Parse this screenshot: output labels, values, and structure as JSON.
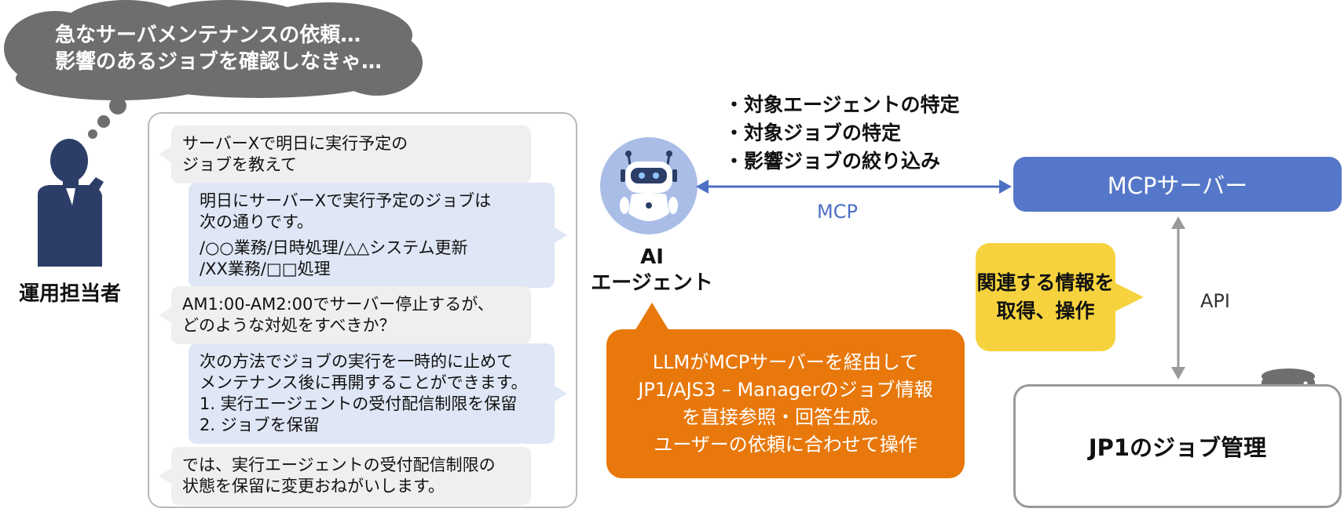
{
  "colors": {
    "thought_cloud": "#6e6e6e",
    "person": "#2c3e68",
    "robot_circle": "#a9bde6",
    "mcp_blue": "#5577c9",
    "arrow_blue": "#4d6fc4",
    "user_bubble": "#efefef",
    "ai_bubble": "#dfe6f5",
    "info_yellow": "#f6d33e",
    "llm_orange": "#e8780b",
    "border_gray": "#b9b9b9",
    "arrow_gray": "#9a9a9a"
  },
  "icons": {
    "person": "thinking-person-icon",
    "robot": "robot-icon",
    "database": "database-icon"
  },
  "thought": {
    "line1": "急なサーバメンテナンスの依頼…",
    "line2": "影響のあるジョブを確認しなきゃ…"
  },
  "person": {
    "label": "運用担当者"
  },
  "chat": {
    "messages": [
      {
        "role": "user",
        "lines": [
          "サーバーXで明日に実行予定の",
          "ジョブを教えて"
        ]
      },
      {
        "role": "ai",
        "lines": [
          "明日にサーバーXで実行予定のジョブは",
          "次の通りです。"
        ],
        "extra": [
          "/○○業務/日時処理/△△システム更新",
          "/XX業務/□□処理"
        ]
      },
      {
        "role": "user",
        "lines": [
          "AM1:00-AM2:00でサーバー停止するが、",
          "どのような対処をすべきか？"
        ]
      },
      {
        "role": "ai",
        "lines": [
          "次の方法でジョブの実行を一時的に止めて",
          "メンテナンス後に再開することができます。",
          "1. 実行エージェントの受付配信制限を保留",
          "2. ジョブを保留"
        ]
      },
      {
        "role": "user",
        "lines": [
          "では、実行エージェントの受付配信制限の",
          "状態を保留に変更おねがいします。"
        ]
      }
    ]
  },
  "agent": {
    "label_line1": "AI",
    "label_line2": "エージェント"
  },
  "tasks": [
    "・対象エージェントの特定",
    "・対象ジョブの特定",
    "・影響ジョブの絞り込み"
  ],
  "mcp_arrow_label": "MCP",
  "mcp_server": {
    "label": "MCPサーバー"
  },
  "info_box": {
    "line1": "関連する情報を",
    "line2": "取得、操作"
  },
  "api_label": "API",
  "jp1": {
    "label": "JP1のジョブ管理"
  },
  "llm_box": {
    "lines": [
      "LLMがMCPサーバーを経由して",
      "JP1/AJS3 – Managerのジョブ情報",
      "を直接参照・回答生成。",
      "ユーザーの依頼に合わせて操作"
    ]
  }
}
